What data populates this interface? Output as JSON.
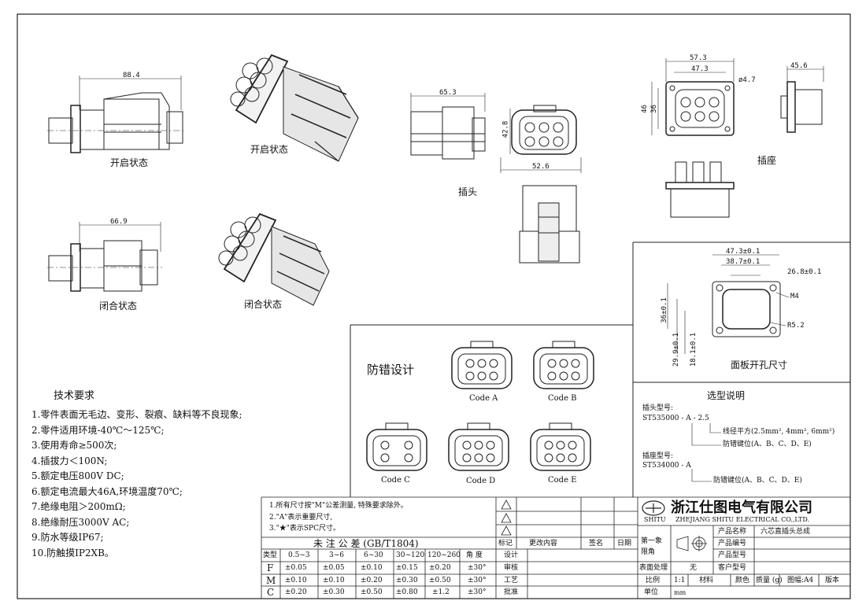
{
  "views": {
    "open_state_label": "开启状态",
    "closed_state_label": "闭合状态",
    "plug_label": "插头",
    "socket_label": "插座",
    "panel_cutout_label": "面板开孔尺寸",
    "antimismatch_title": "防错设计"
  },
  "dimensions": {
    "open_len": "88.4",
    "closed_len": "66.9",
    "plug_len": "65.3",
    "plug_h": "42.8",
    "plug_w": "52.6",
    "socket_w1": "57.3",
    "socket_w2": "47.3",
    "socket_h1": "46",
    "socket_h2": "36",
    "socket_hole": "ø4.7",
    "socket_depth": "45.6",
    "panel_w1": "47.3±0.1",
    "panel_w2": "38.7±0.1",
    "panel_w3": "26.8±0.1",
    "panel_h1": "36±0.1",
    "panel_h2": "29.9±0.1",
    "panel_h3": "18.1±0.1",
    "panel_m4": "M4",
    "panel_r": "R5.2"
  },
  "codes": [
    "Code  A",
    "Code  B",
    "Code  C",
    "Code  D",
    "Code  E"
  ],
  "selection": {
    "title": "选型说明",
    "plug_model_label": "插头型号:",
    "plug_model": "ST535000 - A - 2.5",
    "wire_note": "线径平方(2.5mm², 4mm², 6mm²)",
    "key_note": "防错键位(A、B、C、D、E)",
    "socket_model_label": "插座型号:",
    "socket_model": "ST534000 - A",
    "socket_key_note": "防错键位(A、B、C、D、E)"
  },
  "requirements": {
    "title": "技术要求",
    "items": [
      "1.零件表面无毛边、变形、裂痕、缺料等不良现象;",
      "2.零件适用环境-40℃～125℃;",
      "3.使用寿命≥500次;",
      "4.插拔力＜100N;",
      "5.额定电压800V DC;",
      "6.额定电流最大46A,环境温度70℃;",
      "7.绝缘电阻＞200mΩ;",
      "8.绝缘耐压3000V AC;",
      "9.防水等级IP67;",
      "10.防触摸IP2XB。"
    ]
  },
  "notes": [
    "1.所有尺寸按\"M\"公差测量, 特殊要求除外。",
    "2.\"A\"表示重要尺寸,",
    "3.\"★\"表示SPC尺寸。"
  ],
  "tolerance": {
    "title": "未 注 公 差  (GB/T1804)",
    "header": [
      "类型",
      "0.5~3",
      "3~6",
      "6~30",
      "30~120",
      "120~260",
      "角 度"
    ],
    "rows": [
      [
        "F",
        "±0.05",
        "±0.05",
        "±0.10",
        "±0.15",
        "±0.20",
        "±30°"
      ],
      [
        "M",
        "±0.10",
        "±0.10",
        "±0.20",
        "±0.30",
        "±0.50",
        "±30°"
      ],
      [
        "C",
        "±0.20",
        "±0.30",
        "±0.50",
        "±0.80",
        "±1.2",
        "±30°"
      ]
    ]
  },
  "revision": {
    "h_mark": "标记",
    "h_content": "更改内容",
    "h_sign": "签名",
    "h_date": "日期",
    "roles": [
      "设计",
      "审核",
      "工艺",
      "批准"
    ]
  },
  "company": {
    "name_cn": "浙江仕图电气有限公司",
    "name_en": "ZHEJIANG SHITU ELECTRICAL CO.,LTD.",
    "logo_text": "SHITU"
  },
  "titleblock": {
    "projection": "第一象限角",
    "product_name_label": "产品名称",
    "product_name": "六芯直插头总成",
    "product_no_label": "产品编号",
    "product_model_label": "产品型号",
    "surface_label": "表面处理",
    "surface_value": "无",
    "customer_model_label": "客户型号",
    "scale_label": "比例",
    "scale_value": "1:1",
    "material_label": "材料",
    "color_label": "颜色",
    "mass_label": "质量 (g)",
    "sheet_label": "图幅:A4",
    "version_label": "版本",
    "unit_label": "单位",
    "unit_value": "mm"
  }
}
